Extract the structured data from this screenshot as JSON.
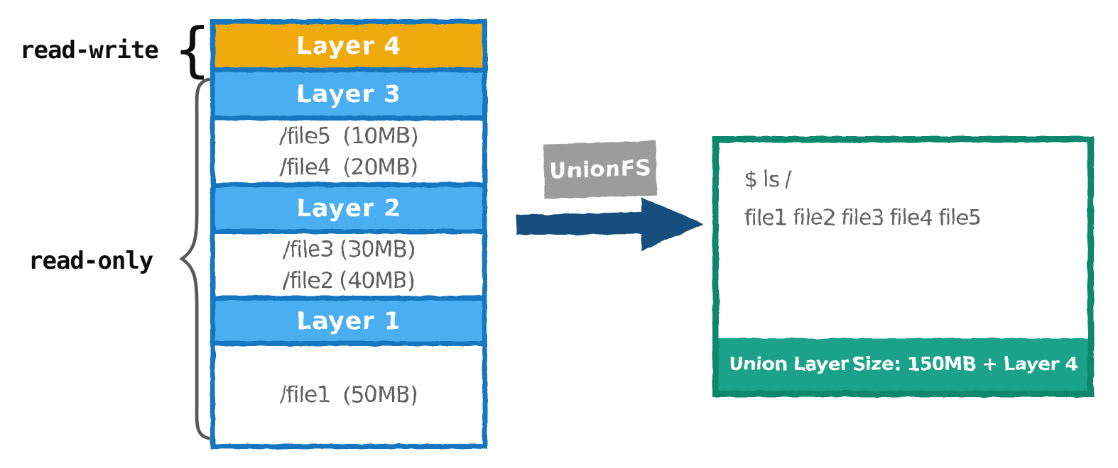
{
  "labels": {
    "read_write": "read-write",
    "read_only": "read-only",
    "open_brace": "{"
  },
  "stack": {
    "rows": [
      {
        "kind": "layer",
        "access": "read-write",
        "label": "Layer 4"
      },
      {
        "kind": "layer",
        "access": "read-only",
        "label": "Layer 3"
      },
      {
        "kind": "files",
        "lines": [
          "/file5  (10MB)",
          "/file4  (20MB)"
        ]
      },
      {
        "kind": "layer",
        "access": "read-only",
        "label": "Layer 2"
      },
      {
        "kind": "files",
        "lines": [
          "/file3 (30MB)",
          "/file2 (40MB)"
        ]
      },
      {
        "kind": "layer",
        "access": "read-only",
        "label": "Layer 1"
      },
      {
        "kind": "files",
        "lines": [
          "/file1  (50MB)"
        ]
      }
    ]
  },
  "middle": {
    "unionfs_label": "UnionFS"
  },
  "union_box": {
    "command": "$ ls /",
    "output": "file1 file2 file3 file4 file5",
    "footer_left": "Union Layer",
    "footer_right": "Size: 150MB + Layer 4"
  },
  "colors": {
    "layer_rw_fill": "#F1AA10",
    "layer_ro_fill": "#49AFF2",
    "stack_border": "#1877C0",
    "file_text": "#5E5E5E",
    "unionfs_bg": "#9C9C9C",
    "arrow": "#164F7D",
    "union_border": "#10886E",
    "union_footer_bg": "#1BA28B",
    "terminal_text": "#646464"
  }
}
